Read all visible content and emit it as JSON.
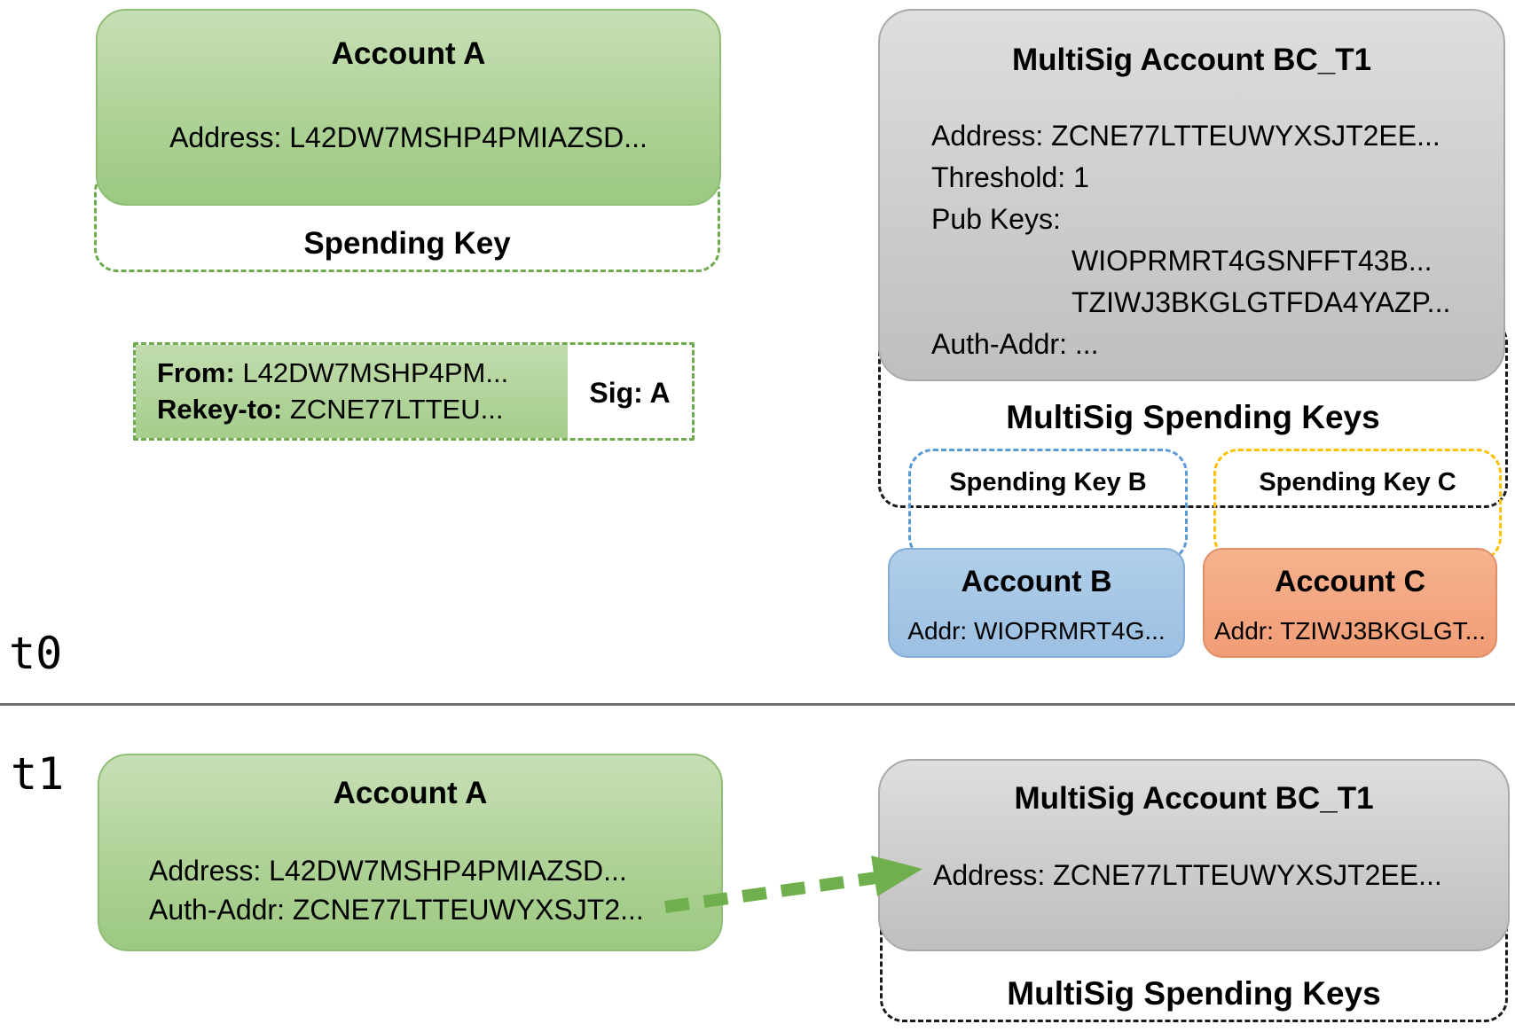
{
  "colors": {
    "green_fill_top": "#c7dfb6",
    "green_fill_bottom": "#9cc981",
    "green_accent": "#6faa4e",
    "gray_fill_top": "#dedede",
    "gray_fill_bottom": "#bfbfbf",
    "blue_fill": "#a3c6e7",
    "blue_accent": "#5b9bd5",
    "orange_fill": "#f4a47e",
    "yellow_accent": "#fdc101",
    "dash_dark": "#1a1a1a",
    "divider_gray": "#6e6e6e",
    "text": "#000000"
  },
  "t0": {
    "timeline_label": "t0",
    "account_a": {
      "title": "Account A",
      "address_line": "Address: L42DW7MSHP4PMIAZSD...",
      "spending_key_label": "Spending Key"
    },
    "rekey_txn": {
      "from_label": "From:",
      "from_value": " L42DW7MSHP4PM...",
      "rekey_label": "Rekey-to:",
      "rekey_value": "  ZCNE77LTTEU...",
      "sig_label": "Sig: A"
    },
    "multisig": {
      "title": "MultiSig Account BC_T1",
      "address_line": "Address: ZCNE77LTTEUWYXSJT2EE...",
      "threshold_line": "Threshold: 1",
      "pub_keys_label": "Pub Keys:",
      "pub_keys": [
        "WIOPRMRT4GSNFFT43B...",
        "TZIWJ3BKGLGTFDA4YAZP..."
      ],
      "auth_addr_line": "Auth-Addr: ...",
      "spending_keys_label": "MultiSig Spending Keys"
    },
    "spending_key_b": {
      "label": "Spending Key B"
    },
    "spending_key_c": {
      "label": "Spending Key C"
    },
    "account_b": {
      "title": "Account B",
      "addr_line": "Addr: WIOPRMRT4G..."
    },
    "account_c": {
      "title": "Account C",
      "addr_line": "Addr: TZIWJ3BKGLGT..."
    }
  },
  "t1": {
    "timeline_label": "t1",
    "account_a": {
      "title": "Account A",
      "address_line": "Address: L42DW7MSHP4PMIAZSD...",
      "auth_addr_line": "Auth-Addr: ZCNE77LTTEUWYXSJT2..."
    },
    "multisig": {
      "title": "MultiSig Account BC_T1",
      "address_line": "Address: ZCNE77LTTEUWYXSJT2EE...",
      "spending_keys_label": "MultiSig Spending Keys"
    }
  }
}
